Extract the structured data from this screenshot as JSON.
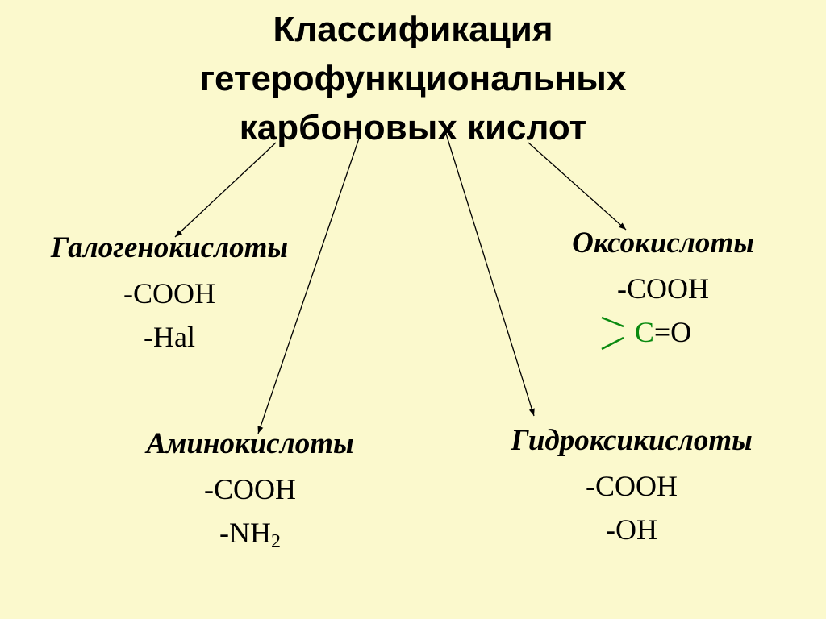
{
  "title": {
    "line1": "Классификация",
    "line2": "гетерофункциональных",
    "line3": "карбоновых кислот"
  },
  "groups": {
    "halo": {
      "name": "Галогенокислоты",
      "line1": "-COOH",
      "line2": "-Hal"
    },
    "oxo": {
      "name": "Оксокислоты",
      "line1": "-COOH",
      "carbon": "C",
      "bond": "=O"
    },
    "amino": {
      "name": "Аминокислоты",
      "line1": "-COOH",
      "line2_main": "-NH",
      "line2_sub": "2"
    },
    "hydroxy": {
      "name": "Гидроксикислоты",
      "line1": "-COOH",
      "line2": "-OH"
    }
  },
  "colors": {
    "background": "#fbf9cd",
    "carbonyl_carbon": "#0a8a10",
    "text": "#000000"
  }
}
